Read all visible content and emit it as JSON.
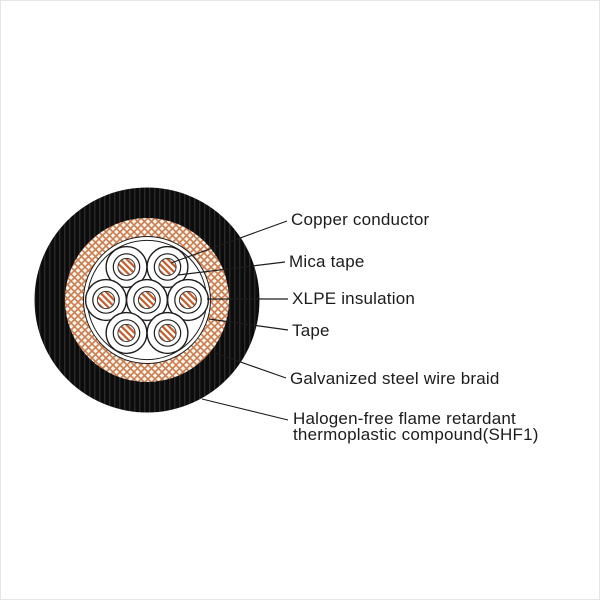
{
  "figure": {
    "type": "cable-cross-section-diagram",
    "cores_count": 7,
    "labels": [
      {
        "id": "copper-conductor",
        "text": "Copper conductor"
      },
      {
        "id": "mica-tape",
        "text": "Mica tape"
      },
      {
        "id": "xlpe-insulation",
        "text": "XLPE insulation"
      },
      {
        "id": "tape",
        "text": "Tape"
      },
      {
        "id": "galvanized-steel-wire-braid",
        "text": "Galvanized steel wire braid"
      },
      {
        "id": "outer-sheath",
        "text": "Halogen-free flame retardant",
        "text2": "thermoplastic compound(SHF1)"
      }
    ],
    "colors": {
      "jacket_black": "#0c0c0c",
      "jacket_stripe": "#2a2a2a",
      "braid_line": "#cd7c4e",
      "braid_bg": "#fdf6ee",
      "copper_stripe": "#c75b28",
      "line_color": "#1d1d1d",
      "text_color": "#1c1c1c",
      "background": "#ffffff"
    }
  }
}
